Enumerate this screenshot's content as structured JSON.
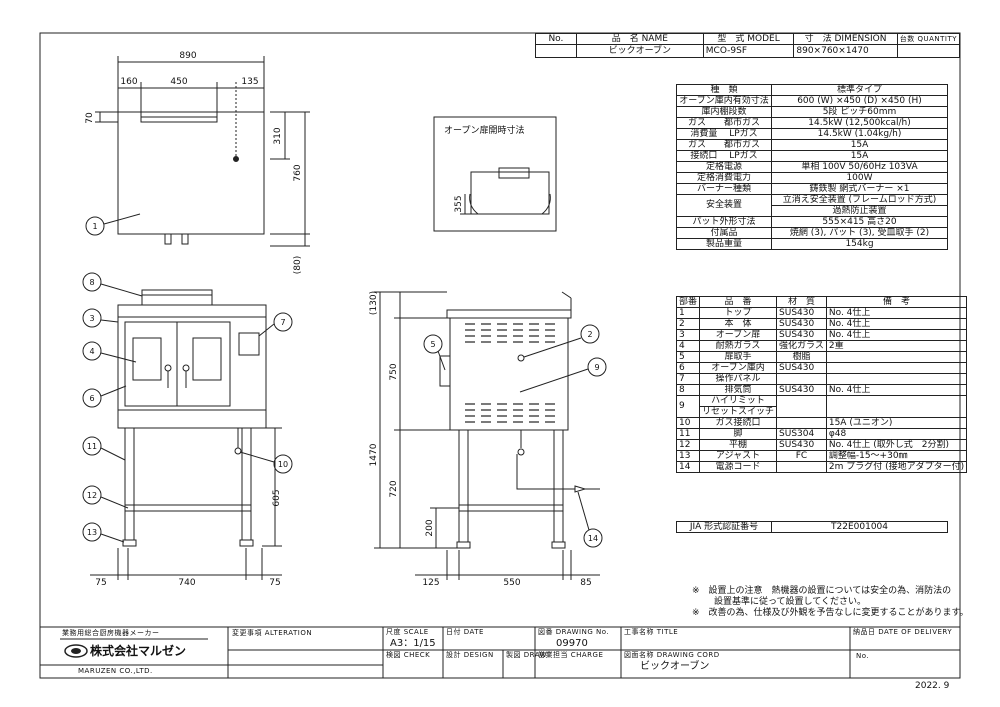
{
  "header": {
    "col_no": "No.",
    "col_name": "品　名 NAME",
    "col_model": "型　式 MODEL",
    "col_dimension": "寸　法 DIMENSION",
    "col_quantity": "台数 QUANTITY",
    "name": "ビックオーブン",
    "model": "MCO-9SF",
    "dimension": "890×760×1470",
    "quantity": ""
  },
  "spec": {
    "rows": [
      {
        "label": "種　類",
        "value": "標準タイプ"
      },
      {
        "label": "オーブン庫内有効寸法",
        "value": "600 (W) ×450 (D) ×450 (H)"
      },
      {
        "label": "庫内棚段数",
        "value": "5段 ピッチ60mm"
      },
      {
        "label": "ガス　　都市ガス",
        "value": "14.5kW (12,500kcal/h)"
      },
      {
        "label": "消費量　 LPガス",
        "value": "14.5kW (1.04kg/h)"
      },
      {
        "label": "ガス　　都市ガス",
        "value": "15A"
      },
      {
        "label": "接続口　 LPガス",
        "value": "15A"
      },
      {
        "label": "定格電源",
        "value": "単相 100V 50/60Hz 103VA"
      },
      {
        "label": "定格消費電力",
        "value": "100W"
      },
      {
        "label": "バーナー種類",
        "value": "鋳鉄製 網式バーナー ×1"
      },
      {
        "label": "安全装置",
        "value": "立消え安全装置 (フレームロッド方式)",
        "value2": "過熱防止装置"
      },
      {
        "label": "パット外形寸法",
        "value": "555×415 高さ20"
      },
      {
        "label": "付属品",
        "value": "焼網 (3), パット (3), 受皿取手 (2)"
      },
      {
        "label": "製品重量",
        "value": "154kg"
      }
    ]
  },
  "parts": {
    "headers": [
      "部番",
      "品　番",
      "材　質",
      "備　考"
    ],
    "rows": [
      [
        "1",
        "トップ",
        "SUS430",
        "No. 4仕上"
      ],
      [
        "2",
        "本　体",
        "SUS430",
        "No. 4仕上"
      ],
      [
        "3",
        "オーブン扉",
        "SUS430",
        "No. 4仕上"
      ],
      [
        "4",
        "耐熱ガラス",
        "強化ガラス",
        "2重"
      ],
      [
        "5",
        "扉取手",
        "樹脂",
        ""
      ],
      [
        "6",
        "オーブン庫内",
        "SUS430",
        ""
      ],
      [
        "7",
        "操作パネル",
        "",
        ""
      ],
      [
        "8",
        "排気筒",
        "SUS430",
        "No. 4仕上"
      ],
      [
        "9",
        "ハイリミット",
        "",
        ""
      ],
      [
        "",
        "リセットスイッチ",
        "",
        ""
      ],
      [
        "10",
        "ガス接続口",
        "",
        "15A (ユニオン)"
      ],
      [
        "11",
        "脚",
        "SUS304",
        "φ48"
      ],
      [
        "12",
        "平棚",
        "SUS430",
        "No. 4仕上 (取外し式　2分割)"
      ],
      [
        "13",
        "アジャスト",
        "FC",
        "調整幅-15～+30㎜"
      ],
      [
        "14",
        "電源コード",
        "",
        "2m プラグ付 (接地アダプター付)"
      ]
    ]
  },
  "jia": {
    "label": "JIA 形式認証番号",
    "value": "T22E001004"
  },
  "notes": {
    "note1a": "※　設置上の注意　熱機器の設置については安全の為、消防法の",
    "note1b": "設置基準に従って設置してください。",
    "note2": "※　改善の為、仕様及び外観を予告なしに変更することがあります。"
  },
  "title_block": {
    "maker_tag": "業務用総合厨房機器メーカー",
    "company_jp": "株式会社マルゼン",
    "company_en": "MARUZEN CO.,LTD.",
    "alteration": "変更事項 ALTERATION",
    "scale_label": "尺度 SCALE",
    "scale": "A3：1/15",
    "date_label": "日付 DATE",
    "drawing_no_label": "図番 DRAWING No.",
    "drawing_no": "09970",
    "title_label": "工事名称 TITLE",
    "delivery_label": "納品日 DATE OF DELIVERY",
    "check": "検図 CHECK",
    "design": "設計 DESIGN",
    "draw": "製図 DRAW",
    "charge": "営業担当 CHARGE",
    "drawing_cord_label": "図面名称 DRAWING CORD",
    "drawing_name": "ビックオーブン",
    "no_label": "No.",
    "date": "2022. 9"
  },
  "drawing": {
    "top_labels": {
      "w": "890",
      "a": "160",
      "b": "450",
      "c": "135",
      "h70": "70",
      "h310": "310",
      "h760": "760",
      "h80": "(80)"
    },
    "front_labels": {
      "w75a": "75",
      "w740": "740",
      "w75b": "75",
      "h605": "605"
    },
    "side_labels": {
      "h130": "(130)",
      "h750": "750",
      "h1470": "1470",
      "h720": "720",
      "h200": "200",
      "w125": "125",
      "w550": "550",
      "w85": "85"
    },
    "door_detail": {
      "title": "オープン扉開時寸法",
      "h355": "355"
    },
    "callouts": [
      "1",
      "2",
      "3",
      "4",
      "5",
      "6",
      "7",
      "8",
      "9",
      "10",
      "11",
      "12",
      "13",
      "14"
    ]
  }
}
